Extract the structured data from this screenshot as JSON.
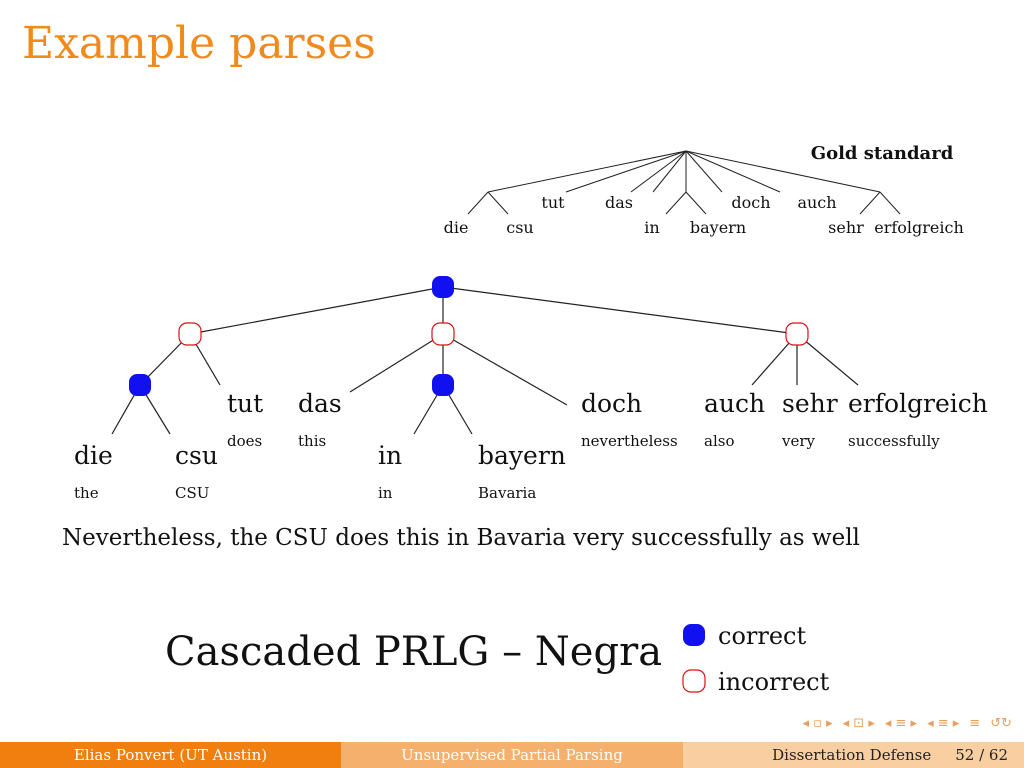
{
  "slide": {
    "title": "Example parses",
    "sentence": "Nevertheless, the CSU does this in Bavaria very successfully as well",
    "model_label": "Cascaded PRLG – Negra"
  },
  "gold": {
    "label": "Gold standard",
    "words": [
      "die",
      "csu",
      "tut",
      "das",
      "in",
      "bayern",
      "doch",
      "auch",
      "sehr",
      "erfolgreich"
    ]
  },
  "parse": {
    "words": [
      "die",
      "csu",
      "tut",
      "das",
      "in",
      "bayern",
      "doch",
      "auch",
      "sehr",
      "erfolgreich"
    ],
    "glosses": [
      "the",
      "CSU",
      "does",
      "this",
      "in",
      "Bavaria",
      "nevertheless",
      "also",
      "very",
      "successfully"
    ],
    "node_status": {
      "root": "correct",
      "left_chunk": "incorrect",
      "middle_chunk": "incorrect",
      "right_chunk": "incorrect",
      "die_csu": "correct",
      "in_bayern": "correct"
    }
  },
  "legend": {
    "correct": "correct",
    "incorrect": "incorrect",
    "correct_color": "#1010f0",
    "incorrect_color": "#e01010"
  },
  "footer": {
    "author": "Elias Ponvert  (UT Austin)",
    "talk_title": "Unsupervised Partial Parsing",
    "event": "Dissertation Defense",
    "page": "52 / 62"
  },
  "nav_icons": [
    "nav-prev-icon",
    "nav-frame-icon",
    "nav-subsection-icon",
    "nav-section-icon",
    "nav-align-icon",
    "nav-search-icon"
  ]
}
